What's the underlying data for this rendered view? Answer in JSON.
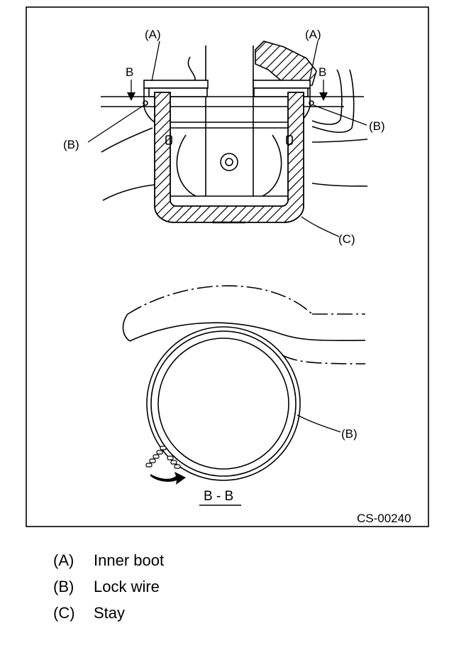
{
  "figure": {
    "code": "CS-00240",
    "section_label": "B - B",
    "callouts": {
      "a": "(A)",
      "b": "(B)",
      "c": "(C)",
      "section_mark": "B"
    }
  },
  "legend": [
    {
      "key": "(A)",
      "text": "Inner boot"
    },
    {
      "key": "(B)",
      "text": "Lock wire"
    },
    {
      "key": "(C)",
      "text": "Stay"
    }
  ]
}
